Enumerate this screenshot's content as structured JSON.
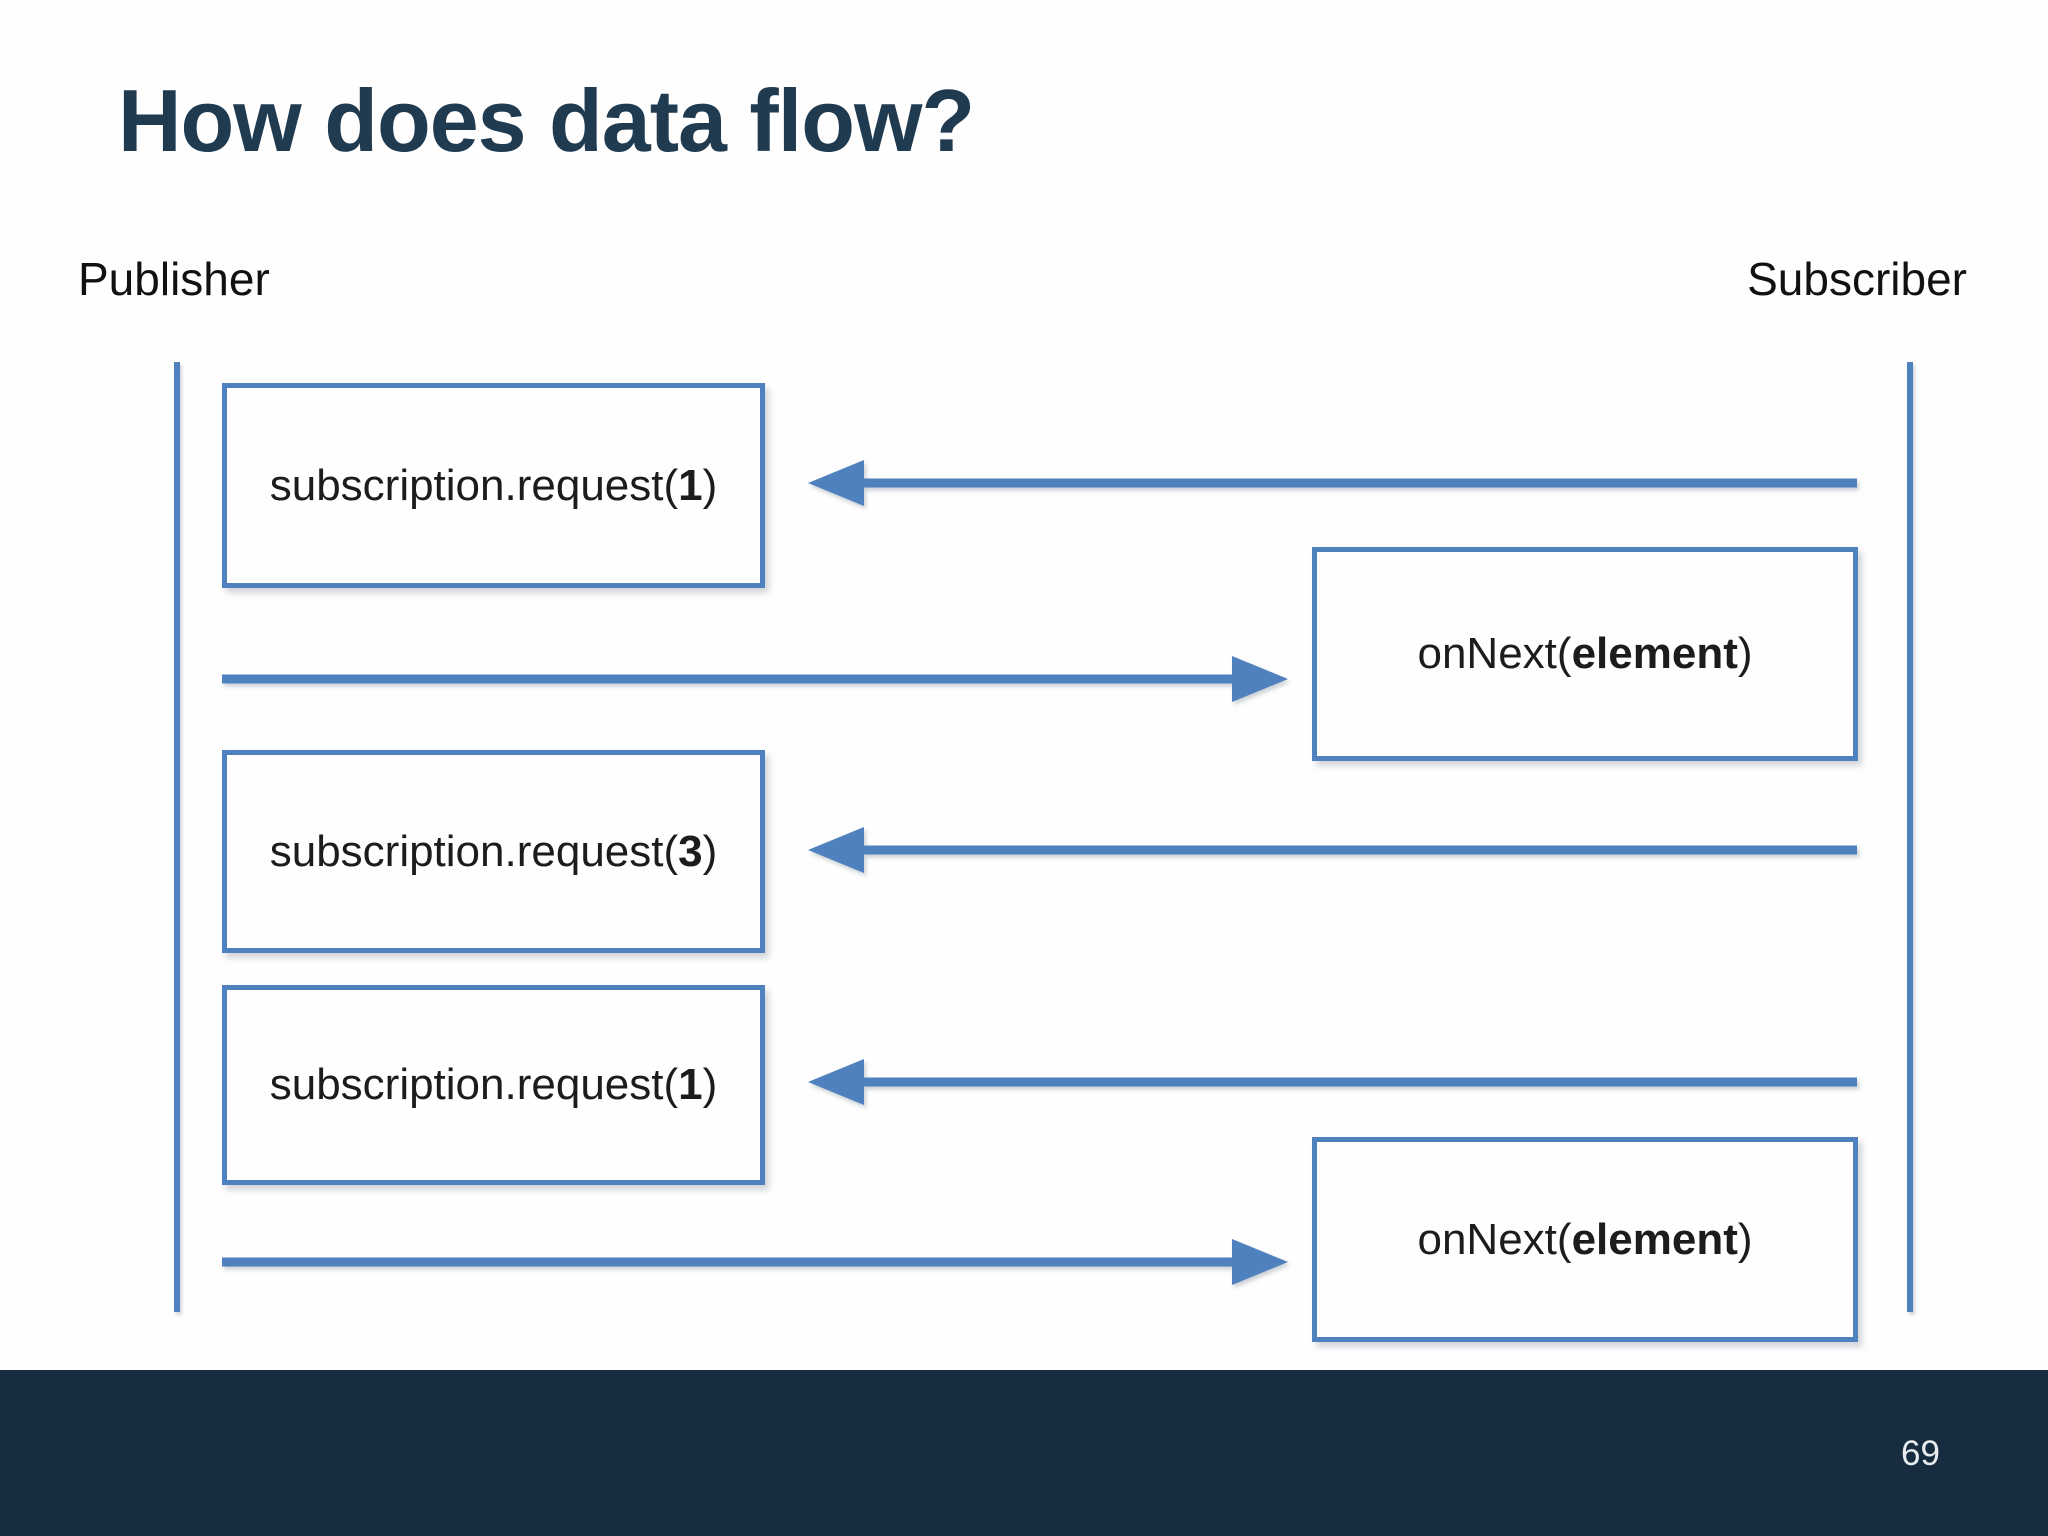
{
  "slide": {
    "title": "How does data flow?",
    "page_number": "69",
    "colors": {
      "accent_blue": "#4E81BD",
      "title_navy": "#203A50",
      "footer_navy": "#172C3E",
      "box_text": "#1C1C1C",
      "page_number_text": "#E9EDF0"
    }
  },
  "diagram": {
    "publisher_label": "Publisher",
    "subscriber_label": "Subscriber",
    "request_boxes": [
      {
        "prefix": "subscription.request(",
        "arg": "1",
        "suffix": ")"
      },
      {
        "prefix": "subscription.request(",
        "arg": "3",
        "suffix": ")"
      },
      {
        "prefix": "subscription.request(",
        "arg": "1",
        "suffix": ")"
      }
    ],
    "onnext_boxes": [
      {
        "prefix": "onNext(",
        "arg": "element",
        "suffix": ")"
      },
      {
        "prefix": "onNext(",
        "arg": "element",
        "suffix": ")"
      }
    ]
  }
}
